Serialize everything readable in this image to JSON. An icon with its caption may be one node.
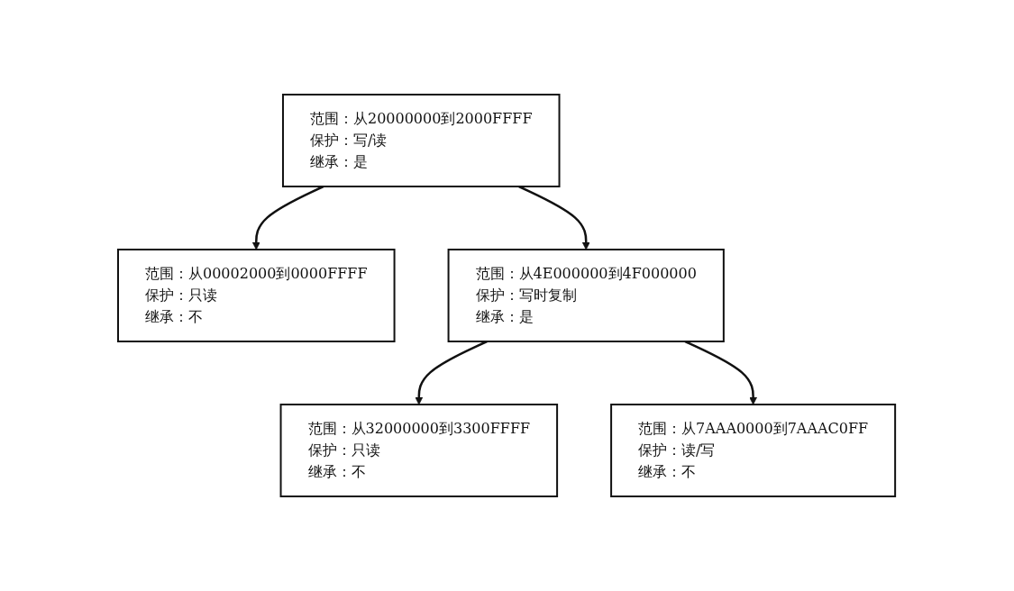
{
  "diagram": {
    "nodes": [
      {
        "text": [
          "范围：从20000000到2000FFFF",
          "保护：写/读",
          "继承：是"
        ]
      },
      {
        "text": [
          "范围：从00002000到0000FFFF",
          "保护：只读",
          "继承：不"
        ]
      },
      {
        "text": [
          "范围：从4E000000到4F000000",
          "保护：写时复制",
          "继承：是"
        ]
      },
      {
        "text": [
          "范围：从32000000到3300FFFF",
          "保护：只读",
          "继承：不"
        ]
      },
      {
        "text": [
          "范围：从7AAA0000到7AAAC0FF",
          "保护：读/写",
          "继承：不"
        ]
      }
    ],
    "edges": [
      {
        "from": 0,
        "to": 1,
        "arrow": "to"
      },
      {
        "from": 0,
        "to": 2,
        "arrow": "to"
      },
      {
        "from": 2,
        "to": 3,
        "arrow": "to"
      },
      {
        "from": 2,
        "to": 4,
        "arrow": "to"
      }
    ]
  }
}
